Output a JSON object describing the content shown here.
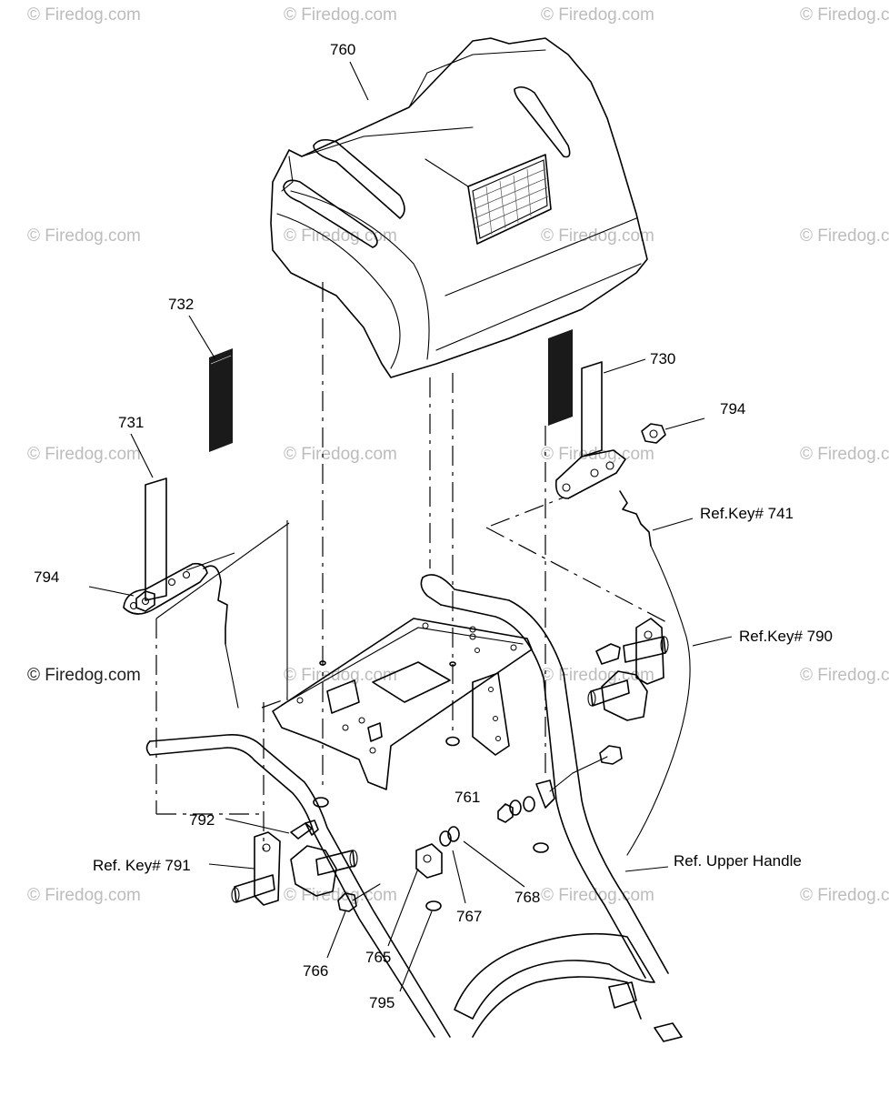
{
  "diagram": {
    "watermark_text": "© Firedog.com",
    "prominent_watermark": "© Firedog.com",
    "labels": {
      "p760": "760",
      "p732": "732",
      "p730": "730",
      "p794a": "794",
      "p731": "731",
      "p794b": "794",
      "ref741": "Ref.Key# 741",
      "ref790": "Ref.Key# 790",
      "p761": "761",
      "p792": "792",
      "ref791": "Ref. Key# 791",
      "refUpper": "Ref. Upper Handle",
      "p768": "768",
      "p767": "767",
      "p765": "765",
      "p766": "766",
      "p795": "795"
    }
  }
}
